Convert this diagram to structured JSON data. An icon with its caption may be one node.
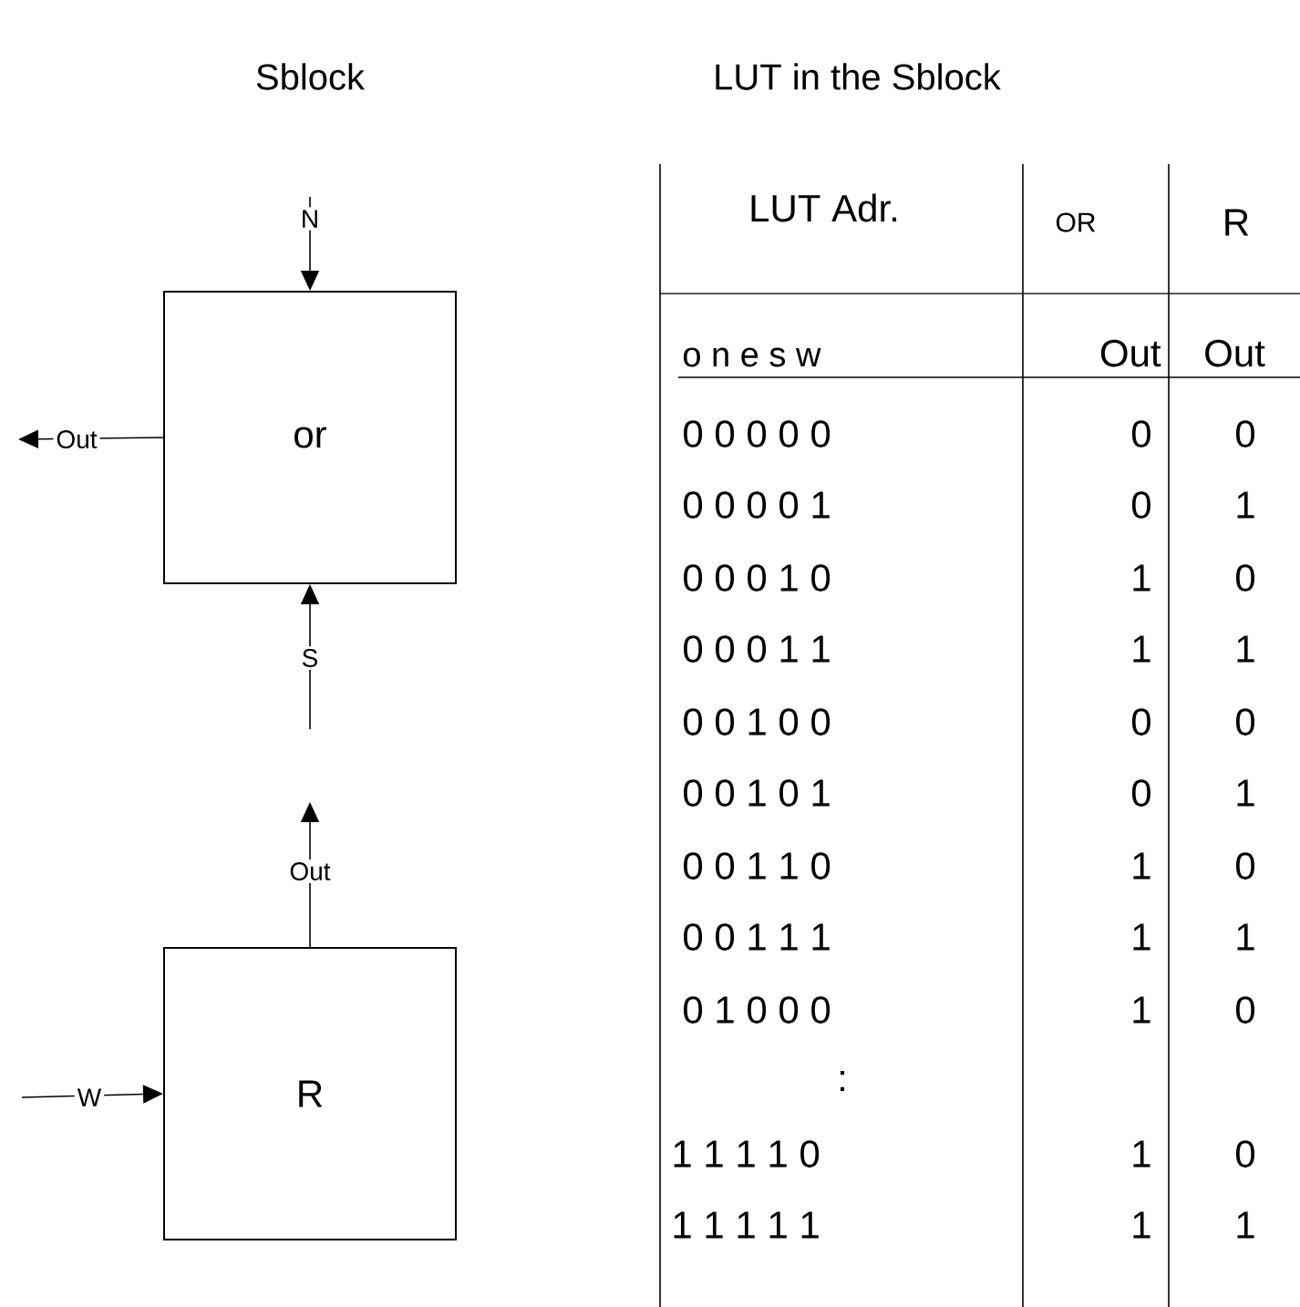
{
  "diagram": {
    "nodes": [
      {
        "text": [
          "or"
        ]
      },
      {
        "text": [
          "R"
        ]
      }
    ],
    "edges": [
      {
        "from": null,
        "to": 0,
        "arrow": "to",
        "label": "N"
      },
      {
        "from": 0,
        "to": null,
        "arrow": "to",
        "label": "Out"
      },
      {
        "from": null,
        "to": 0,
        "arrow": "to",
        "label": "S"
      },
      {
        "from": 1,
        "to": null,
        "arrow": "to",
        "label": "Out"
      },
      {
        "from": null,
        "to": 1,
        "arrow": "to",
        "label": "W"
      }
    ],
    "labels": [
      "Sblock",
      "LUT in the Sblock",
      "LUT Adr.",
      "OR",
      "R",
      "o n e s w",
      "Out",
      "Out",
      "0 0 0 0 0",
      "0",
      "0",
      "0 0 0 0 1",
      "0",
      "1",
      "0 0 0 1 0",
      "1",
      "0",
      "0 0 0 1 1",
      "1",
      "1",
      "0 0 1 0 0",
      "0",
      "0",
      "0 0 1 0 1",
      "0",
      "1",
      "0 0 1 1 0",
      "1",
      "0",
      "0 0 1 1 1",
      "1",
      "1",
      "0 1 0 0 0",
      "1",
      "0",
      ":",
      "1 1 1 1 0",
      "1",
      "0",
      "1 1 1 1 1",
      "1",
      "1"
    ]
  }
}
